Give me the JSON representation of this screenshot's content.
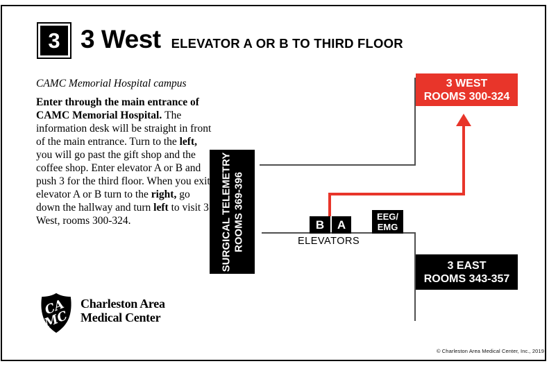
{
  "header": {
    "badge": "3",
    "title": "3 West",
    "subtitle": "ELEVATOR A OR B TO THIRD FLOOR"
  },
  "campus_note": "CAMC Memorial Hospital campus",
  "instructions": {
    "runs": [
      {
        "text": "Enter through the main entrance of CAMC Memorial Hospital. ",
        "bold": true
      },
      {
        "text": "The information desk will be straight in front of the main entrance. Turn to the ",
        "bold": false
      },
      {
        "text": "left,",
        "bold": true
      },
      {
        "text": " you will go past the gift shop and the coffee shop. Enter elevator A or B and push 3 for the third floor. When you exit elevator A or B turn to the ",
        "bold": false
      },
      {
        "text": "right,",
        "bold": true
      },
      {
        "text": " go down the hallway and turn ",
        "bold": false
      },
      {
        "text": "left",
        "bold": true
      },
      {
        "text": " to visit 3 West, rooms 300-324.",
        "bold": false
      }
    ]
  },
  "map": {
    "west_unit": {
      "line1": "3 WEST",
      "line2": "ROOMS 300-324"
    },
    "east_unit": {
      "line1": "3 EAST",
      "line2": "ROOMS 343-357"
    },
    "surgical_unit": {
      "line1": "SURGICAL TELEMETRY",
      "line2": "ROOMS 369-396"
    },
    "elevator_b": "B",
    "elevator_a": "A",
    "elevators_label": "ELEVATORS",
    "eeg_unit": {
      "line1": "EEG/",
      "line2": "EMG"
    }
  },
  "logo": {
    "monogram_line1": "CA",
    "monogram_line2": "MC",
    "org_line1": "Charleston Area",
    "org_line2": "Medical Center"
  },
  "footer": {
    "copyright": "© Charleston Area Medical Center, Inc., 2019"
  },
  "colors": {
    "accent_red": "#E8352A",
    "unit_black": "#000000",
    "wall_gray": "#4F4F4F"
  }
}
